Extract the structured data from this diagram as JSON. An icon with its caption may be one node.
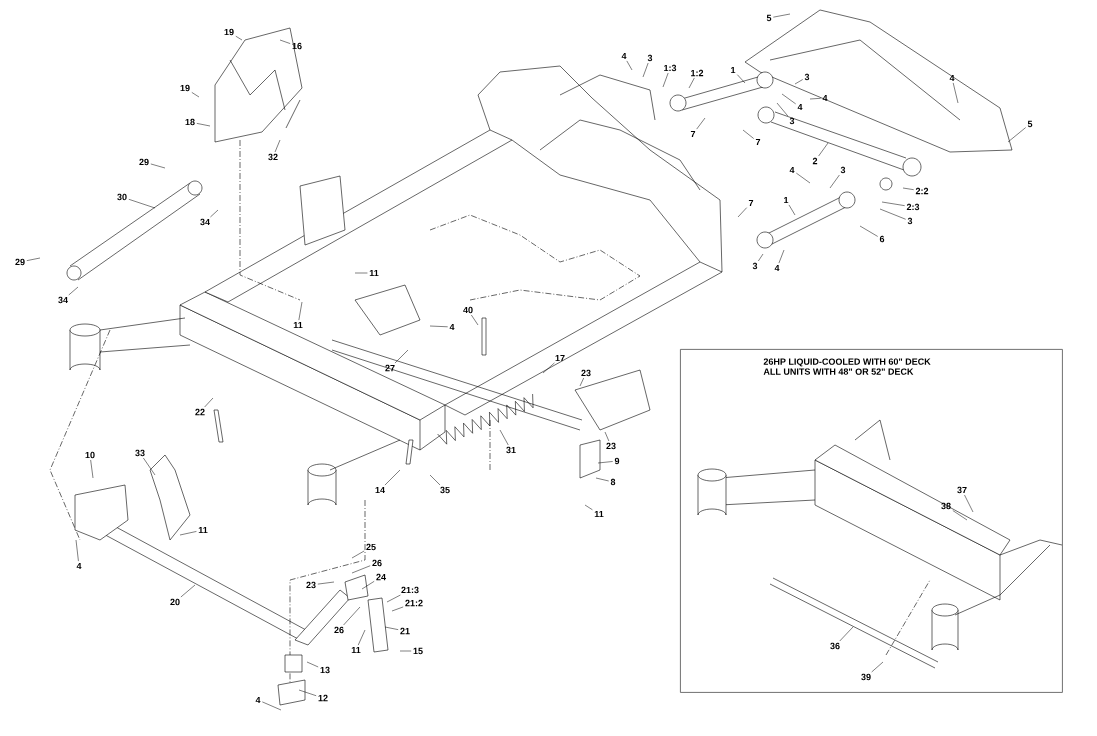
{
  "diagram": {
    "nodes": [
      {
        "text": [
          "26HP LIQUID-COOLED WITH 60\" DECK",
          "ALL UNITS WITH 48\" OR 52\" DECK"
        ]
      },
      {
        "text": [
          "19"
        ]
      },
      {
        "text": [
          "16"
        ]
      },
      {
        "text": [
          "19"
        ]
      },
      {
        "text": [
          "18"
        ]
      },
      {
        "text": [
          "32"
        ]
      },
      {
        "text": [
          "29"
        ]
      },
      {
        "text": [
          "30"
        ]
      },
      {
        "text": [
          "34"
        ]
      },
      {
        "text": [
          "29"
        ]
      },
      {
        "text": [
          "34"
        ]
      },
      {
        "text": [
          "11"
        ]
      },
      {
        "text": [
          "11"
        ]
      },
      {
        "text": [
          "40"
        ]
      },
      {
        "text": [
          "4"
        ]
      },
      {
        "text": [
          "27"
        ]
      },
      {
        "text": [
          "17"
        ]
      },
      {
        "text": [
          "23"
        ]
      },
      {
        "text": [
          "22"
        ]
      },
      {
        "text": [
          "31"
        ]
      },
      {
        "text": [
          "23"
        ]
      },
      {
        "text": [
          "9"
        ]
      },
      {
        "text": [
          "8"
        ]
      },
      {
        "text": [
          "11"
        ]
      },
      {
        "text": [
          "14"
        ]
      },
      {
        "text": [
          "35"
        ]
      },
      {
        "text": [
          "10"
        ]
      },
      {
        "text": [
          "33"
        ]
      },
      {
        "text": [
          "11"
        ]
      },
      {
        "text": [
          "4"
        ]
      },
      {
        "text": [
          "20"
        ]
      },
      {
        "text": [
          "25"
        ]
      },
      {
        "text": [
          "26"
        ]
      },
      {
        "text": [
          "23"
        ]
      },
      {
        "text": [
          "24"
        ]
      },
      {
        "text": [
          "21:3"
        ]
      },
      {
        "text": [
          "21:2"
        ]
      },
      {
        "text": [
          "26"
        ]
      },
      {
        "text": [
          "21"
        ]
      },
      {
        "text": [
          "11"
        ]
      },
      {
        "text": [
          "15"
        ]
      },
      {
        "text": [
          "13"
        ]
      },
      {
        "text": [
          "12"
        ]
      },
      {
        "text": [
          "4"
        ]
      },
      {
        "text": [
          "5"
        ]
      },
      {
        "text": [
          "4"
        ]
      },
      {
        "text": [
          "3"
        ]
      },
      {
        "text": [
          "1:3"
        ]
      },
      {
        "text": [
          "1:2"
        ]
      },
      {
        "text": [
          "1"
        ]
      },
      {
        "text": [
          "3"
        ]
      },
      {
        "text": [
          "4"
        ]
      },
      {
        "text": [
          "4"
        ]
      },
      {
        "text": [
          "3"
        ]
      },
      {
        "text": [
          "7"
        ]
      },
      {
        "text": [
          "7"
        ]
      },
      {
        "text": [
          "4"
        ]
      },
      {
        "text": [
          "5"
        ]
      },
      {
        "text": [
          "2"
        ]
      },
      {
        "text": [
          "4"
        ]
      },
      {
        "text": [
          "3"
        ]
      },
      {
        "text": [
          "2:2"
        ]
      },
      {
        "text": [
          "2:3"
        ]
      },
      {
        "text": [
          "3"
        ]
      },
      {
        "text": [
          "6"
        ]
      },
      {
        "text": [
          "7"
        ]
      },
      {
        "text": [
          "1"
        ]
      },
      {
        "text": [
          "3"
        ]
      },
      {
        "text": [
          "4"
        ]
      },
      {
        "text": [
          "37"
        ],
        "in": 0
      },
      {
        "text": [
          "38"
        ],
        "in": 0
      },
      {
        "text": [
          "36"
        ],
        "in": 0
      },
      {
        "text": [
          "39"
        ],
        "in": 0
      }
    ],
    "edges": [
      {
        "from": 1,
        "to": null,
        "arrow": "none"
      },
      {
        "from": 2,
        "to": null,
        "arrow": "none"
      },
      {
        "from": 3,
        "to": null,
        "arrow": "none"
      },
      {
        "from": 4,
        "to": null,
        "arrow": "none"
      },
      {
        "from": 5,
        "to": null,
        "arrow": "none"
      },
      {
        "from": 6,
        "to": null,
        "arrow": "none"
      },
      {
        "from": 7,
        "to": null,
        "arrow": "none"
      },
      {
        "from": 8,
        "to": null,
        "arrow": "none"
      },
      {
        "from": 9,
        "to": null,
        "arrow": "none"
      },
      {
        "from": 10,
        "to": null,
        "arrow": "none"
      },
      {
        "from": 11,
        "to": null,
        "arrow": "none"
      },
      {
        "from": 12,
        "to": null,
        "arrow": "none"
      },
      {
        "from": 13,
        "to": null,
        "arrow": "none"
      },
      {
        "from": 14,
        "to": null,
        "arrow": "none"
      },
      {
        "from": 15,
        "to": null,
        "arrow": "none"
      },
      {
        "from": 16,
        "to": null,
        "arrow": "none"
      },
      {
        "from": 17,
        "to": null,
        "arrow": "none"
      },
      {
        "from": 18,
        "to": null,
        "arrow": "none"
      },
      {
        "from": 19,
        "to": null,
        "arrow": "none"
      },
      {
        "from": 20,
        "to": null,
        "arrow": "none"
      },
      {
        "from": 21,
        "to": null,
        "arrow": "none"
      },
      {
        "from": 22,
        "to": null,
        "arrow": "none"
      },
      {
        "from": 23,
        "to": null,
        "arrow": "none"
      },
      {
        "from": 24,
        "to": null,
        "arrow": "none"
      },
      {
        "from": 25,
        "to": null,
        "arrow": "none"
      },
      {
        "from": 26,
        "to": null,
        "arrow": "none"
      },
      {
        "from": 27,
        "to": null,
        "arrow": "none"
      },
      {
        "from": 28,
        "to": null,
        "arrow": "none"
      },
      {
        "from": 29,
        "to": null,
        "arrow": "none"
      },
      {
        "from": 30,
        "to": null,
        "arrow": "none"
      },
      {
        "from": 31,
        "to": null,
        "arrow": "none"
      },
      {
        "from": 32,
        "to": null,
        "arrow": "none"
      },
      {
        "from": 33,
        "to": null,
        "arrow": "none"
      },
      {
        "from": 34,
        "to": null,
        "arrow": "none"
      },
      {
        "from": 35,
        "to": null,
        "arrow": "none"
      },
      {
        "from": 36,
        "to": null,
        "arrow": "none"
      },
      {
        "from": 37,
        "to": null,
        "arrow": "none"
      },
      {
        "from": 38,
        "to": null,
        "arrow": "none"
      },
      {
        "from": 39,
        "to": null,
        "arrow": "none"
      },
      {
        "from": 40,
        "to": null,
        "arrow": "none"
      },
      {
        "from": 41,
        "to": null,
        "arrow": "none"
      },
      {
        "from": 42,
        "to": null,
        "arrow": "none"
      },
      {
        "from": 43,
        "to": null,
        "arrow": "none"
      },
      {
        "from": 44,
        "to": null,
        "arrow": "none"
      },
      {
        "from": 45,
        "to": null,
        "arrow": "none"
      },
      {
        "from": 46,
        "to": null,
        "arrow": "none"
      },
      {
        "from": 47,
        "to": null,
        "arrow": "none"
      },
      {
        "from": 48,
        "to": null,
        "arrow": "none"
      },
      {
        "from": 49,
        "to": null,
        "arrow": "none"
      },
      {
        "from": 50,
        "to": null,
        "arrow": "none"
      },
      {
        "from": 51,
        "to": null,
        "arrow": "none"
      },
      {
        "from": 52,
        "to": null,
        "arrow": "none"
      },
      {
        "from": 53,
        "to": null,
        "arrow": "none"
      },
      {
        "from": 54,
        "to": null,
        "arrow": "none"
      },
      {
        "from": 55,
        "to": null,
        "arrow": "none"
      },
      {
        "from": 56,
        "to": null,
        "arrow": "none"
      },
      {
        "from": 57,
        "to": null,
        "arrow": "none"
      },
      {
        "from": 58,
        "to": null,
        "arrow": "none"
      },
      {
        "from": 59,
        "to": null,
        "arrow": "none"
      },
      {
        "from": 60,
        "to": null,
        "arrow": "none"
      },
      {
        "from": 61,
        "to": null,
        "arrow": "none"
      },
      {
        "from": 62,
        "to": null,
        "arrow": "none"
      },
      {
        "from": 63,
        "to": null,
        "arrow": "none"
      },
      {
        "from": 64,
        "to": null,
        "arrow": "none"
      },
      {
        "from": 65,
        "to": null,
        "arrow": "none"
      },
      {
        "from": 66,
        "to": null,
        "arrow": "none"
      },
      {
        "from": 67,
        "to": null,
        "arrow": "none"
      },
      {
        "from": 68,
        "to": null,
        "arrow": "none"
      },
      {
        "from": 69,
        "to": null,
        "arrow": "none"
      },
      {
        "from": 70,
        "to": null,
        "arrow": "none"
      },
      {
        "from": 71,
        "to": null,
        "arrow": "none"
      },
      {
        "from": 72,
        "to": null,
        "arrow": "none"
      }
    ]
  }
}
